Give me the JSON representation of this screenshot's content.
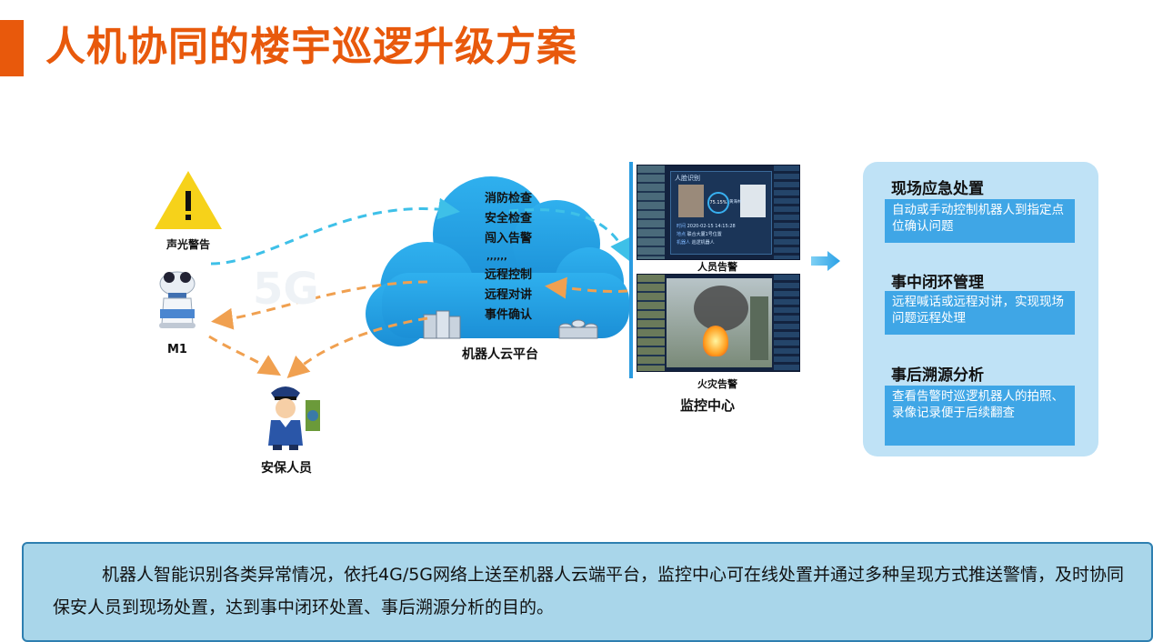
{
  "title": "人机协同的楼宇巡逻升级方案",
  "labels": {
    "alarm": "声光警告",
    "robot": "M1",
    "guard": "安保人员",
    "cloud": "机器人云平台",
    "center": "监控中心",
    "watermark": "5G"
  },
  "cloud_items": [
    "消防检查",
    "安全检查",
    "闯入告警",
    ",,,,,,",
    "远程控制",
    "远程对讲",
    "事件确认"
  ],
  "screens": {
    "top": {
      "caption": "人员告警",
      "header": "人脸识别",
      "percent": "75.15%",
      "name": "黄海林",
      "time_label": "时间",
      "time": "2020-02-15  14:15:28",
      "place_label": "地点",
      "place": "联合大厦1号位置",
      "robot_label": "机器人",
      "robot": "巡逻机器人"
    },
    "bottom": {
      "caption": "火灾告警"
    }
  },
  "panel": {
    "sections": [
      {
        "heading": "现场应急处置",
        "body": "自动或手动控制机器人到指定点位确认问题"
      },
      {
        "heading": "事中闭环管理",
        "body": "远程喊话或远程对讲，实现现场问题远程处理"
      },
      {
        "heading": "事后溯源分析",
        "body": "查看告警时巡逻机器人的拍照、录像记录便于后续翻查"
      }
    ]
  },
  "summary": "机器人智能识别各类异常情况，依托4G/5G网络上送至机器人云端平台，监控中心可在线处置并通过多种呈现方式推送警情，及时协同保安人员到现场处置，达到事中闭环处置、事后溯源分析的目的。",
  "colors": {
    "accent": "#e8590c",
    "cloud": "#2aa8e8",
    "dash_blue": "#3ec0e8",
    "dash_orange": "#f0a050",
    "panel_bg": "#bfe2f6",
    "panel_box": "#3fa6e6",
    "bottom_bg": "#a9d6ea"
  }
}
